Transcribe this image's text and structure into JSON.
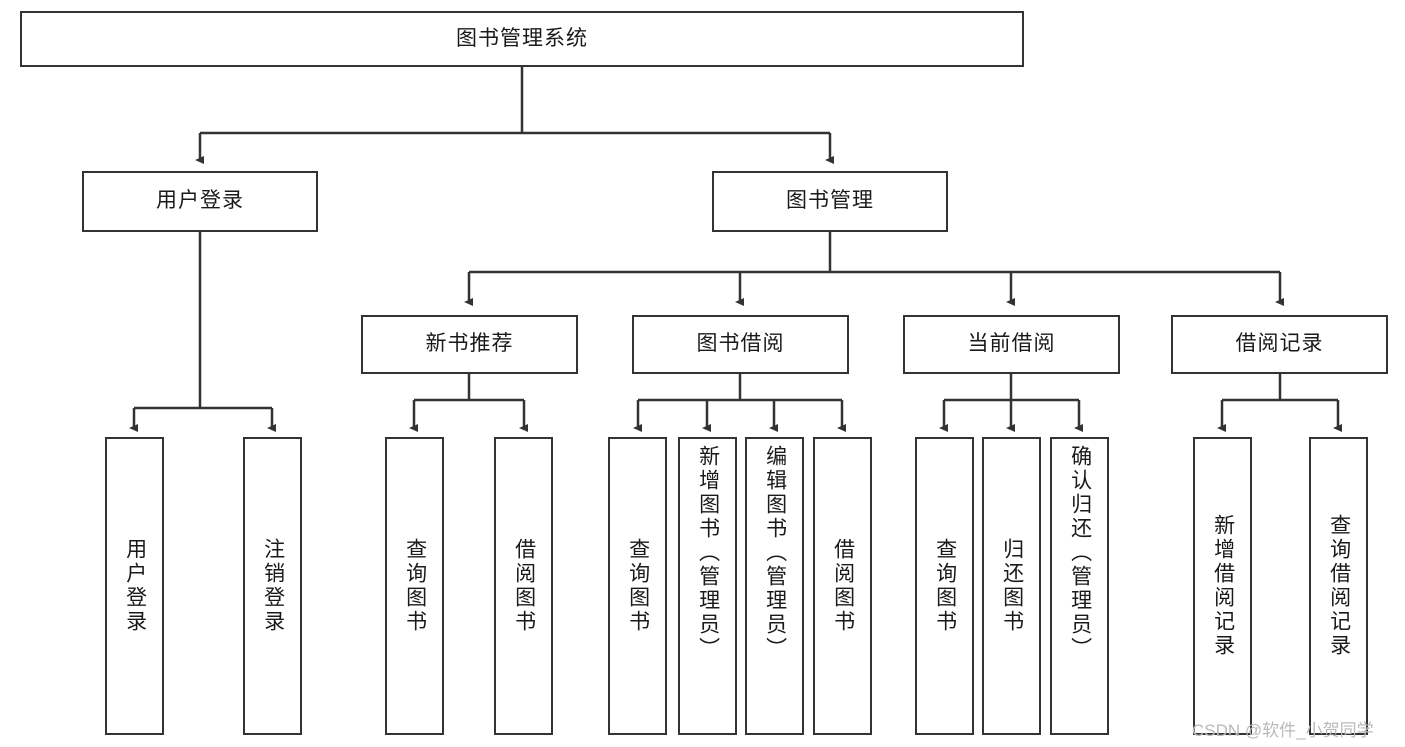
{
  "diagram": {
    "type": "hierarchy-tree",
    "title": "图书管理系统",
    "watermark": "CSDN @软件_小贺同学",
    "colors": {
      "box_border": "#333333",
      "box_fill": "#ffffff",
      "connector": "#333333",
      "text": "#1a1a1a",
      "watermark": "#b9b9b9"
    },
    "nodes": {
      "root": {
        "label": "图书管理系统"
      },
      "level2": [
        {
          "label": "用户登录"
        },
        {
          "label": "图书管理"
        }
      ],
      "level3": [
        {
          "label": "新书推荐"
        },
        {
          "label": "图书借阅"
        },
        {
          "label": "当前借阅"
        },
        {
          "label": "借阅记录"
        }
      ],
      "leaves": {
        "user_login": [
          {
            "label": "用户登录"
          },
          {
            "label": "注销登录"
          }
        ],
        "new_book_recommend": [
          {
            "label": "查询图书"
          },
          {
            "label": "借阅图书"
          }
        ],
        "book_borrow": [
          {
            "label": "查询图书"
          },
          {
            "label": "新增图书（管理员）"
          },
          {
            "label": "编辑图书（管理员）"
          },
          {
            "label": "借阅图书"
          }
        ],
        "current_borrow": [
          {
            "label": "查询图书"
          },
          {
            "label": "归还图书"
          },
          {
            "label": "确认归还（管理员）"
          }
        ],
        "borrow_record": [
          {
            "label": "新增借阅记录"
          },
          {
            "label": "查询借阅记录"
          }
        ]
      }
    }
  }
}
